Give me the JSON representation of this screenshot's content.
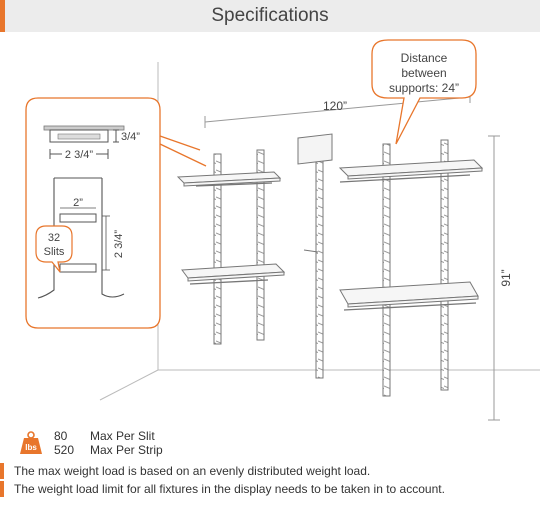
{
  "header": {
    "title": "Specifications"
  },
  "diagram": {
    "callout_distance": [
      "Distance",
      "between",
      "supports: 24”"
    ],
    "width_label": "120”",
    "height_label": "91”",
    "inset": {
      "depth_label": "3/4”",
      "width_label": "2 3/4”",
      "slot_label": "2”",
      "spacing_label": "2 3/4”",
      "slits_count": "32",
      "slits_word": "Slits"
    }
  },
  "weights": {
    "icon_text": "lbs",
    "slit_value": "80",
    "slit_label": "Max Per Slit",
    "strip_value": "520",
    "strip_label": "Max Per Strip"
  },
  "notes": [
    "The max weight load is based on an evenly distributed weight load.",
    "The weight load limit for all fixtures in the display needs to be taken in to account."
  ],
  "colors": {
    "accent": "#e8762c",
    "header_bg": "#ececec",
    "line": "#888888"
  }
}
